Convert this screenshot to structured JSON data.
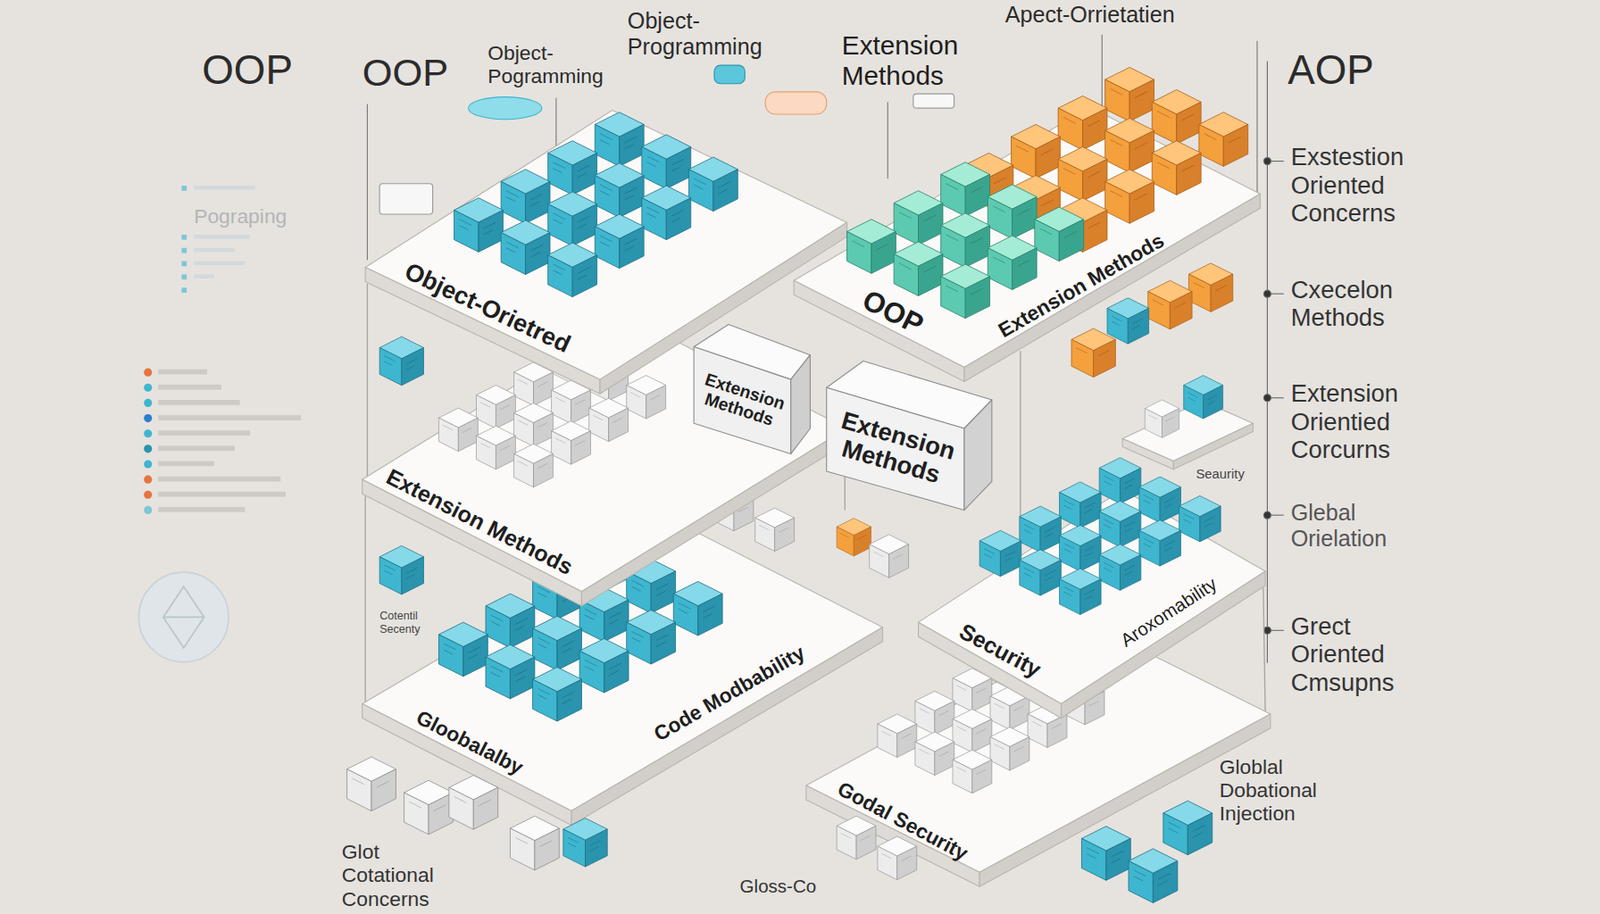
{
  "diagram": {
    "nodes": [
      {
        "text": [
          "Object-Orietred"
        ]
      },
      {
        "text": [
          "OOP",
          "Extension Methods"
        ]
      },
      {
        "text": [
          "Extension Methods"
        ]
      },
      {
        "text": [
          "Extension Methods"
        ],
        "in": 2
      },
      {
        "text": [
          "Extension Methods"
        ]
      },
      {
        "text": [
          "Security",
          "Aroxomability"
        ]
      },
      {
        "text": [
          "Gloobalalby",
          "Code Modbability"
        ]
      },
      {
        "text": [
          "Godal Security"
        ]
      }
    ],
    "labels": [
      "OOP",
      "OOP",
      "Object- Pogramming",
      "Object- Programming",
      "Extension Methods",
      "Apect-Orrietatien",
      "AOP",
      "Exstestion Oriented Concerns",
      "Cxecelon Methods",
      "Extension Orientied Corcurns",
      "Glebal Orielation",
      "Grect Oriented Cmsupns",
      "Globlal Dobational Injection",
      "Glot Cotational Concerns",
      "Gloss-Co",
      "Pograping",
      "Seaurity",
      "Cotentil Secenty"
    ]
  }
}
